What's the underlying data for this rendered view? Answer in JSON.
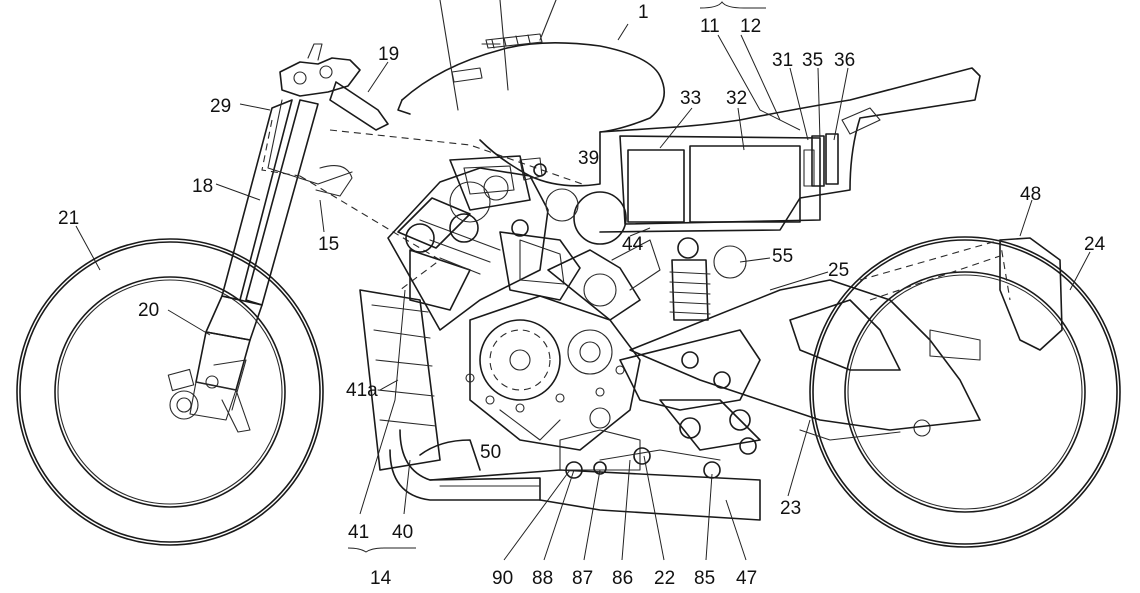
{
  "labels": {
    "l1": "1",
    "l11": "11",
    "l12": "12",
    "l19": "19",
    "l29": "29",
    "l31": "31",
    "l35": "35",
    "l36": "36",
    "l33": "33",
    "l32": "32",
    "l39": "39",
    "l18": "18",
    "l21": "21",
    "l15": "15",
    "l44": "44",
    "l48": "48",
    "l24": "24",
    "l55": "55",
    "l25": "25",
    "l20": "20",
    "l41a": "41a",
    "l50": "50",
    "l23": "23",
    "l41": "41",
    "l40": "40",
    "l14": "14",
    "l90": "90",
    "l88": "88",
    "l87": "87",
    "l86": "86",
    "l22": "22",
    "l85": "85",
    "l47": "47"
  }
}
